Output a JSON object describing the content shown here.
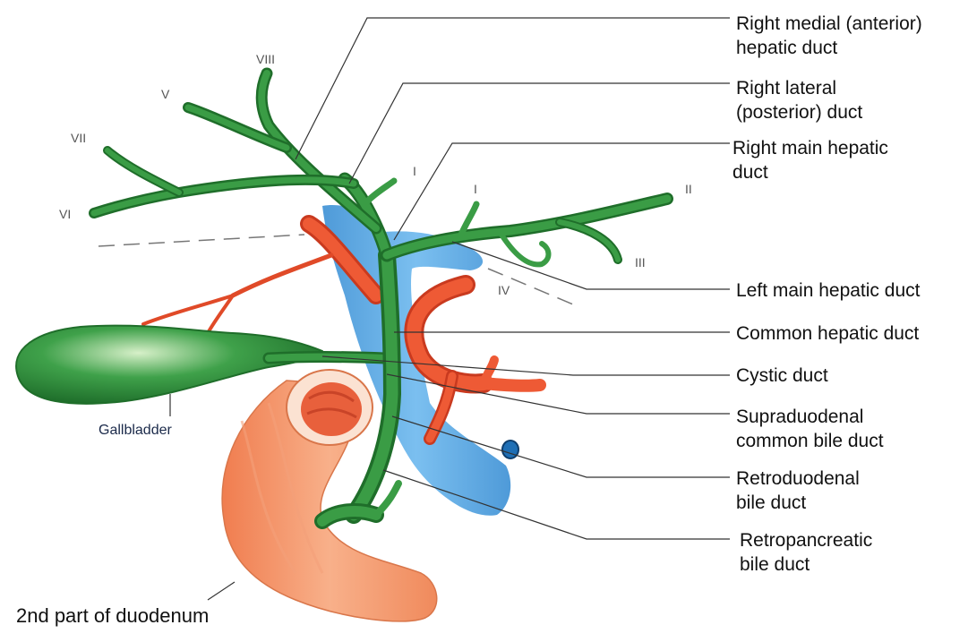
{
  "colors": {
    "bile_duct": "#2f8f3a",
    "bile_duct_dark": "#1f6e2a",
    "portal_vein": "#4da3e0",
    "hepatic_artery": "#e84a2a",
    "duodenum": "#f59a6e",
    "leader_line": "#333333"
  },
  "labels": [
    {
      "key": "right_medial",
      "lines": [
        "Right medial (anterior)",
        "hepatic duct"
      ]
    },
    {
      "key": "right_lateral",
      "lines": [
        "Right lateral",
        "(posterior) duct"
      ]
    },
    {
      "key": "right_main",
      "lines": [
        "Right main hepatic",
        "duct"
      ]
    },
    {
      "key": "left_main",
      "lines": [
        "Left main hepatic duct"
      ]
    },
    {
      "key": "common_hepatic",
      "lines": [
        "Common hepatic duct"
      ]
    },
    {
      "key": "cystic",
      "lines": [
        "Cystic duct"
      ]
    },
    {
      "key": "supraduodenal",
      "lines": [
        "Supraduodenal",
        "common bile duct"
      ]
    },
    {
      "key": "retroduodenal",
      "lines": [
        "Retroduodenal",
        "bile duct"
      ]
    },
    {
      "key": "retropancreatic",
      "lines": [
        "Retropancreatic",
        "bile duct"
      ]
    }
  ],
  "segments": {
    "viii": "VIII",
    "v": "V",
    "vii": "VII",
    "vi": "VI",
    "i_a": "I",
    "i_b": "I",
    "ii": "II",
    "iii": "III",
    "iv": "IV"
  },
  "gallbladder": "Gallbladder",
  "duodenum": "2nd part of duodenum"
}
